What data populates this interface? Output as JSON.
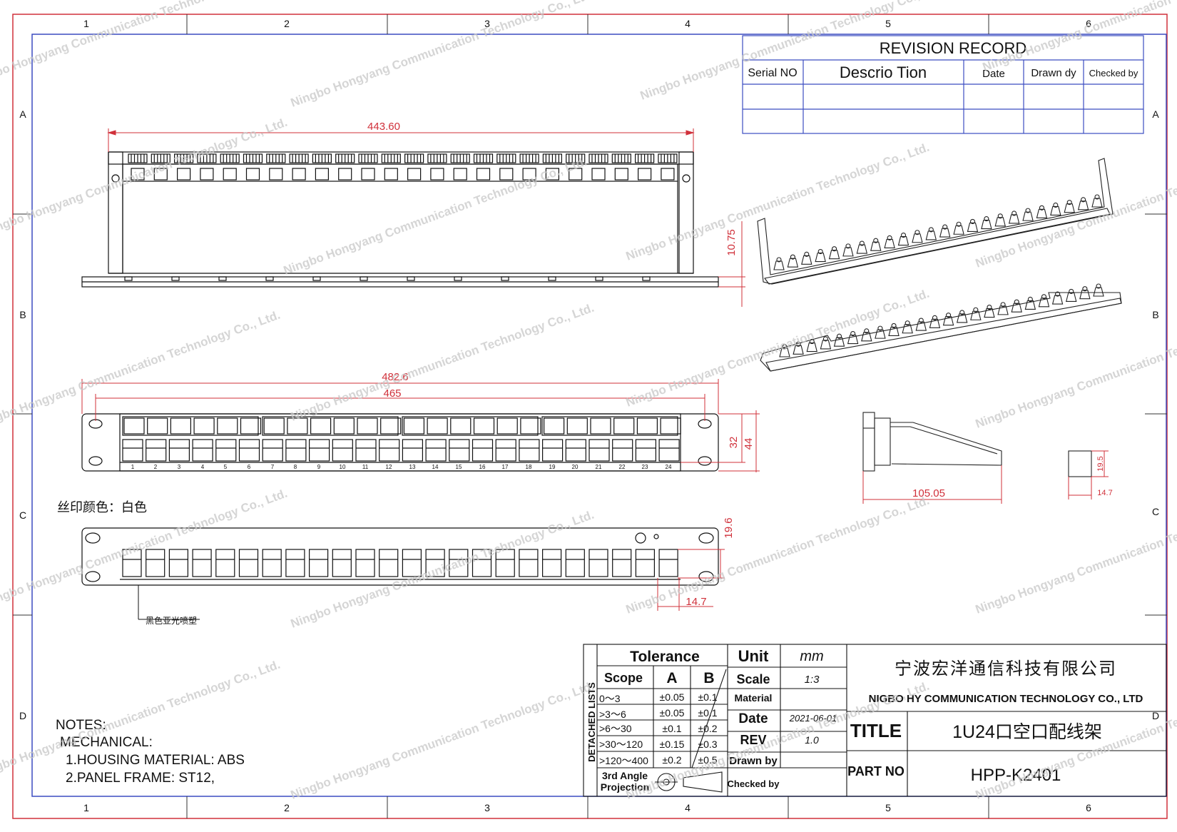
{
  "border": {
    "columns": [
      "1",
      "2",
      "3",
      "4",
      "5",
      "6"
    ],
    "rows": [
      "A",
      "B",
      "C",
      "D"
    ]
  },
  "watermark": "Ningbo Hongyang Communication Technology Co., Ltd.",
  "revision": {
    "title": "REVISION RECORD",
    "headers": [
      "Serial NO",
      "Descrio Tion",
      "Date",
      "Drawn dy",
      "Checked by"
    ]
  },
  "dimensions": {
    "top_width": "443.60",
    "top_height": "10.75",
    "front_outer": "482.6",
    "front_inner": "465",
    "front_h1": "32",
    "front_h2": "44",
    "side_len": "105.05",
    "module_h": "19.5",
    "module_w": "14.7",
    "back_h": "19.6",
    "back_w": "14.7"
  },
  "port_numbers": [
    "1",
    "2",
    "3",
    "4",
    "5",
    "6",
    "7",
    "8",
    "9",
    "10",
    "11",
    "12",
    "13",
    "14",
    "15",
    "16",
    "17",
    "18",
    "19",
    "20",
    "21",
    "22",
    "23",
    "24"
  ],
  "silk_note": "丝印颜色：白色",
  "finish_note": "黑色亚光喷塑",
  "notes": {
    "heading": "NOTES:",
    "sub": "MECHANICAL:",
    "lines": [
      "1.HOUSING MATERIAL: ABS",
      "2.PANEL FRAME: ST12,"
    ]
  },
  "title_block": {
    "detached": "DETACHED LISTS",
    "tolerance": "Tolerance",
    "scope": "Scope",
    "col_a": "A",
    "col_b": "B",
    "rows": [
      [
        "0～3",
        "±0.05",
        "±0.1"
      ],
      [
        ">3～6",
        "±0.05",
        "±0.1"
      ],
      [
        ">6～30",
        "±0.1",
        "±0.2"
      ],
      [
        ">30～120",
        "±0.15",
        "±0.3"
      ],
      [
        ">120～400",
        "±0.2",
        "±0.5"
      ]
    ],
    "projection": [
      "3rd Angle",
      "Projection"
    ],
    "unit_label": "Unit",
    "unit_value": "mm",
    "scale_label": "Scale",
    "scale_value": "1:3",
    "material_label": "Material",
    "date_label": "Date",
    "date_value": "2021-06-01",
    "rev_label": "REV",
    "rev_value": "1.0",
    "drawn_label": "Drawn by",
    "checked_label": "Checked by",
    "company_cn": "宁波宏洋通信科技有限公司",
    "company_en": "NIGBO HY COMMUNICATION TECHNOLOGY CO., LTD",
    "title_label": "TITLE",
    "title_value": "1U24口空口配线架",
    "part_label": "PART NO",
    "part_value": "HPP-K2401"
  },
  "colors": {
    "frame_red": "#d0303a",
    "frame_blue": "#3b4cc0",
    "ink": "#111111"
  }
}
